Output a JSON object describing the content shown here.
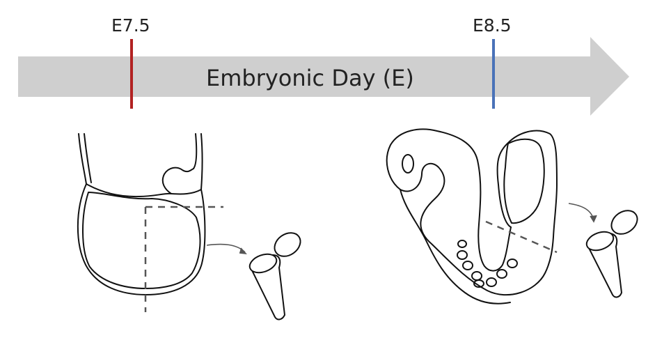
{
  "timeline": {
    "title": "Embryonic Day (E)",
    "markers": [
      {
        "label": "E7.5",
        "color": "#b22222"
      },
      {
        "label": "E8.5",
        "color": "#4a72b8"
      }
    ],
    "arrow_color": "#cfcfcf"
  },
  "colors": {
    "outline": "#111111",
    "dashed": "#555555"
  }
}
